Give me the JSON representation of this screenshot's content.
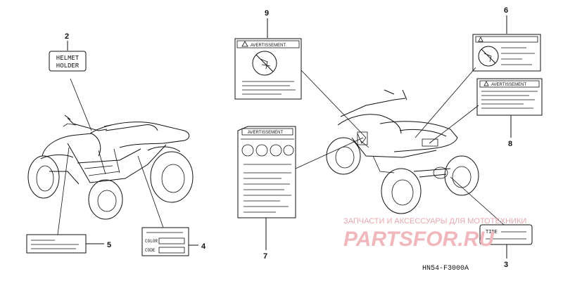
{
  "callouts": {
    "c2": "2",
    "c5": "5",
    "c4": "4",
    "c7": "7",
    "c9": "9",
    "c6": "6",
    "c8": "8",
    "c3": "3"
  },
  "labels": {
    "helmet_line1": "HELMET",
    "helmet_line2": "HOLDER",
    "warning_9": "AVERTISSEMENT",
    "warning_7": "AVERTISSEMENT",
    "warning_6": "",
    "warning_8": "AVERTISSEMENT",
    "color_field": "COLOR",
    "code_field": "CODE",
    "tire_label": "TIRE"
  },
  "watermark": {
    "line1": "ЗАПЧАСТИ И АКСЕССУАРЫ ДЛЯ МОТОТЕХНИКИ",
    "line2": "PARTSFOR.RU"
  },
  "diagram_code": "HN54-F3000A"
}
